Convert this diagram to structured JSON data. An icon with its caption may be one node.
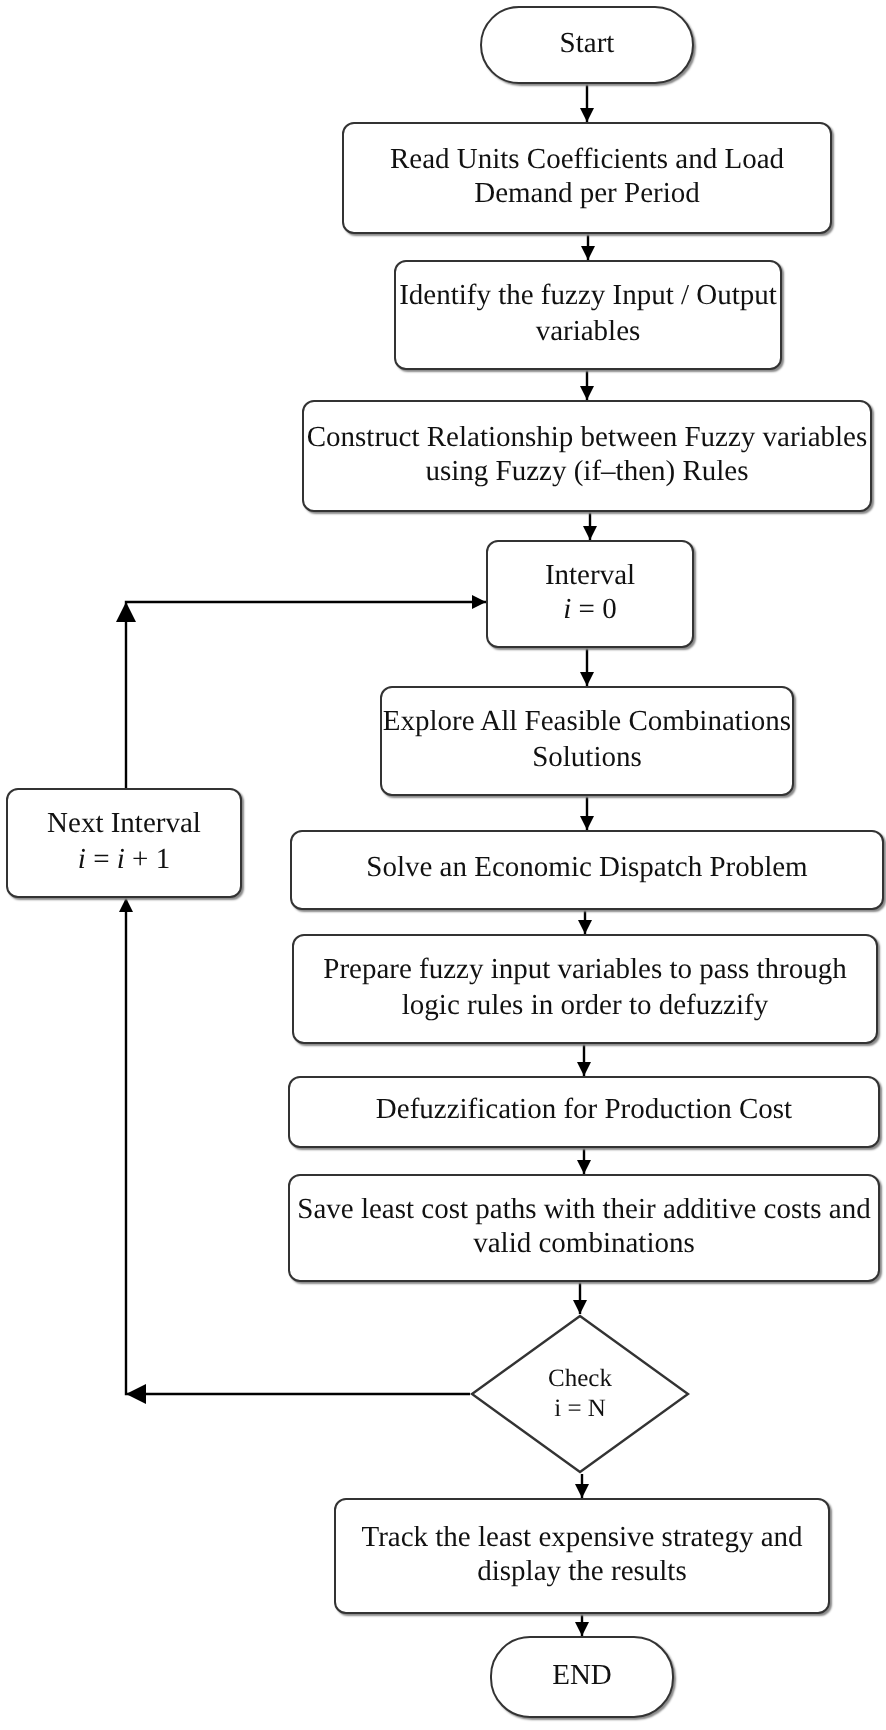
{
  "diagram": {
    "nodes": [
      {
        "text": [
          "Start"
        ]
      },
      {
        "text": [
          "Read Units Coefficients and Load Demand per Period"
        ]
      },
      {
        "text": [
          "Identify the fuzzy Input / Output variables"
        ]
      },
      {
        "text": [
          "Construct Relationship between Fuzzy variables using Fuzzy (if–then) Rules"
        ]
      },
      {
        "text": [
          "Interval",
          "*i* = 0"
        ]
      },
      {
        "text": [
          "Explore All Feasible Combinations Solutions"
        ]
      },
      {
        "text": [
          "Solve an Economic Dispatch Problem"
        ]
      },
      {
        "text": [
          "Prepare fuzzy input variables to pass through logic rules in order to defuzzify"
        ]
      },
      {
        "text": [
          "Defuzzification for Production Cost"
        ]
      },
      {
        "text": [
          "Save least cost paths with their additive costs and valid combinations"
        ]
      },
      {
        "text": [
          "Check",
          "i = N"
        ]
      },
      {
        "text": [
          "Track the least expensive strategy and display the results"
        ]
      },
      {
        "text": [
          "END"
        ]
      },
      {
        "text": [
          "Next Interval",
          "*i* = *i* + 1"
        ]
      }
    ],
    "edges": [
      {
        "from": 0,
        "to": 1,
        "arrow": "to"
      },
      {
        "from": 1,
        "to": 2,
        "arrow": "to"
      },
      {
        "from": 2,
        "to": 3,
        "arrow": "to"
      },
      {
        "from": 3,
        "to": 4,
        "arrow": "to"
      },
      {
        "from": 4,
        "to": 5,
        "arrow": "to"
      },
      {
        "from": 5,
        "to": 6,
        "arrow": "to"
      },
      {
        "from": 6,
        "to": 7,
        "arrow": "to"
      },
      {
        "from": 7,
        "to": 8,
        "arrow": "to"
      },
      {
        "from": 8,
        "to": 9,
        "arrow": "to"
      },
      {
        "from": 9,
        "to": 10,
        "arrow": "to"
      },
      {
        "from": 10,
        "to": 11,
        "arrow": "to"
      },
      {
        "from": 11,
        "to": 12,
        "arrow": "to"
      },
      {
        "from": 10,
        "to": 13,
        "arrow": "to"
      },
      {
        "from": 13,
        "to": 4,
        "arrow": "to"
      }
    ]
  }
}
